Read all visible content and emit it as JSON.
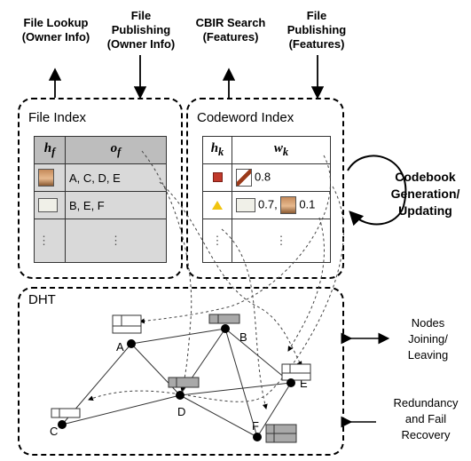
{
  "top_labels": {
    "file_lookup": "File Lookup\n(Owner Info)",
    "file_publishing_owner": "File\nPublishing\n(Owner Info)",
    "cbir_search": "CBIR Search\n(Features)",
    "file_publishing_features": "File\nPublishing\n(Features)"
  },
  "file_index": {
    "title": "File Index",
    "col_h": "h",
    "col_h_sub": "f",
    "col_o": "o",
    "col_o_sub": "f",
    "rows": [
      {
        "icon": "face-thumbnail-icon",
        "owners": "A, C, D, E"
      },
      {
        "icon": "bicycle-thumbnail-icon",
        "owners": "B, E, F"
      },
      {
        "icon": "",
        "owners": "⋮"
      }
    ],
    "ellipsis": "⋮"
  },
  "codeword_index": {
    "title": "Codeword Index",
    "col_h": "h",
    "col_h_sub": "k",
    "col_w": "w",
    "col_w_sub": "k",
    "rows": [
      {
        "marker": "red-square-icon",
        "w1": "0.8"
      },
      {
        "marker": "yellow-triangle-icon",
        "w1": "0.7,",
        "w2": "0.1"
      }
    ],
    "ellipsis": "⋮"
  },
  "codebook": "Codebook\nGeneration/\nUpdating",
  "dht": {
    "title": "DHT",
    "nodes": [
      "A",
      "B",
      "C",
      "D",
      "E",
      "F"
    ]
  },
  "right_labels": {
    "nodes_joining": "Nodes\nJoining/\nLeaving",
    "redundancy": "Redundancy\nand Fail\nRecovery"
  },
  "colors": {
    "file_index_fill": "#d9d9d9",
    "file_index_header": "#bdbdbd",
    "square_marker": "#c0392b",
    "triangle_marker": "#f1c40f"
  }
}
